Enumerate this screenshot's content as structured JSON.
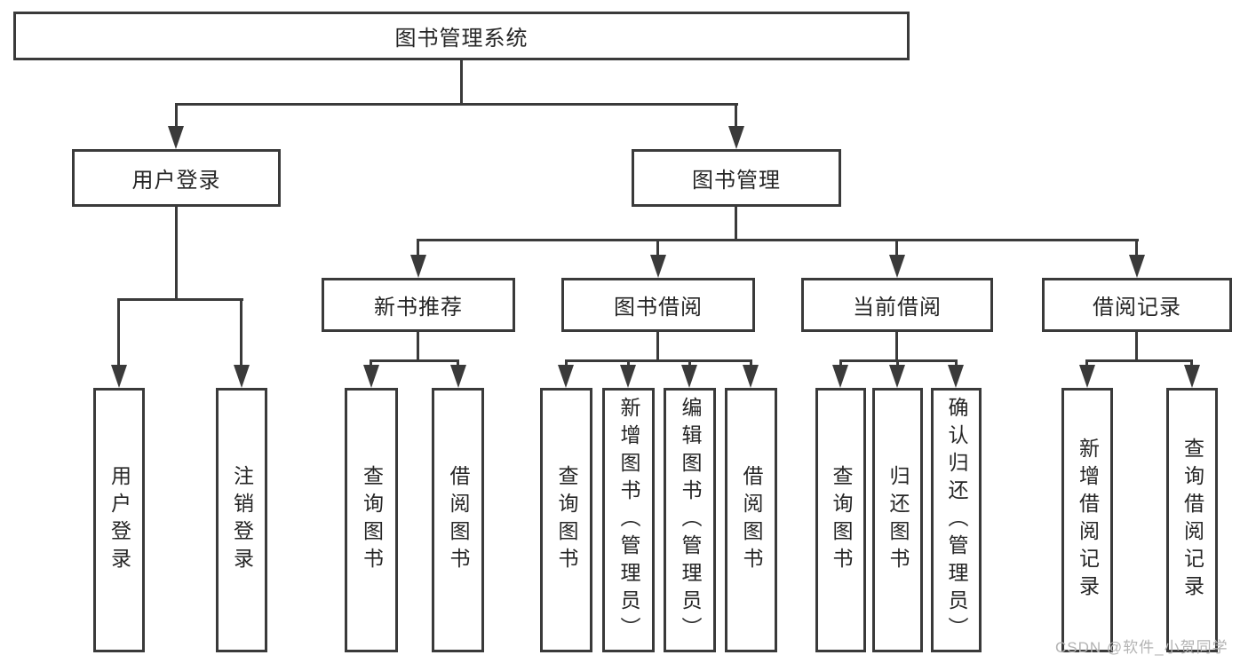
{
  "diagram": {
    "root": "图书管理系统",
    "level2": {
      "user_login": "用户登录",
      "book_mgmt": "图书管理"
    },
    "level3": {
      "new_books": "新书推荐",
      "borrow": "图书借阅",
      "current": "当前借阅",
      "records": "借阅记录"
    },
    "leaves": {
      "user_login": [
        "用户登录",
        "注销登录"
      ],
      "new_books": [
        "查询图书",
        "借阅图书"
      ],
      "borrow": [
        "查询图书",
        "新增图书（管理员）",
        "编辑图书（管理员）",
        "借阅图书"
      ],
      "current": [
        "查询图书",
        "归还图书",
        "确认归还（管理员）"
      ],
      "records": [
        "新增借阅记录",
        "查询借阅记录"
      ]
    }
  },
  "watermark": "CSDN @软件_小贺同学",
  "colors": {
    "line": "#3a3a3a",
    "text": "#262626",
    "watermark": "#b3b3b3",
    "background": "#ffffff"
  }
}
